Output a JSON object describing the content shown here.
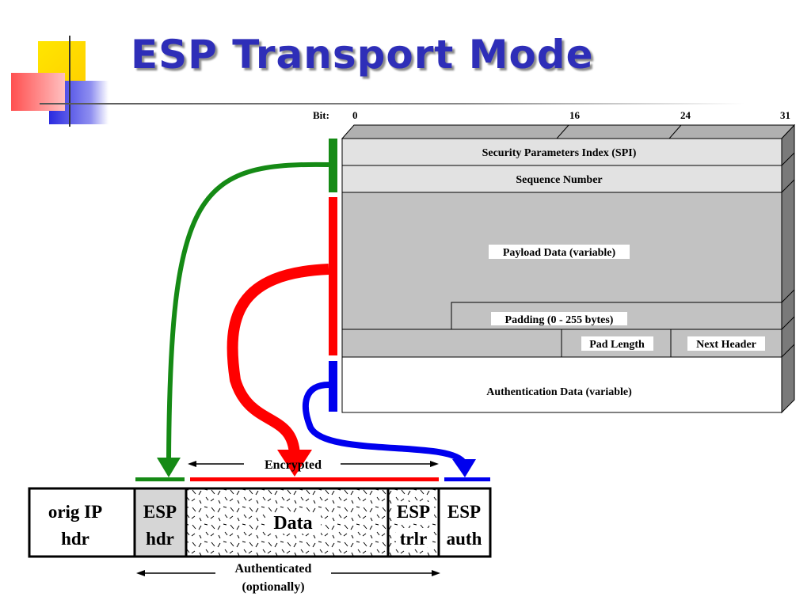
{
  "title": "ESP Transport Mode",
  "bit_label": "Bit:",
  "bit_numbers": [
    "0",
    "16",
    "24",
    "31"
  ],
  "header_fields": {
    "spi": "Security Parameters Index (SPI)",
    "sequence": "Sequence Number",
    "payload": "Payload Data (variable)",
    "padding": "Padding (0 - 255 bytes)",
    "pad_length": "Pad Length",
    "next_header": "Next Header",
    "auth_data": "Authentication Data (variable)"
  },
  "packet": {
    "orig_ip_hdr": [
      "orig IP",
      "hdr"
    ],
    "esp_hdr": [
      "ESP",
      "hdr"
    ],
    "data": "Data",
    "esp_trlr": [
      "ESP",
      "trlr"
    ],
    "esp_auth": [
      "ESP",
      "auth"
    ]
  },
  "encrypted_label": "Encrypted",
  "authenticated_label": [
    "Authenticated",
    "(optionally)"
  ],
  "colors": {
    "title": "#2e2eb8",
    "green": "#158a15",
    "red": "#ff0000",
    "blue": "#0000ee",
    "field_light": "#e2e2e2",
    "field_gray": "#c2c2c2",
    "side_dark": "#7a7a7a"
  }
}
